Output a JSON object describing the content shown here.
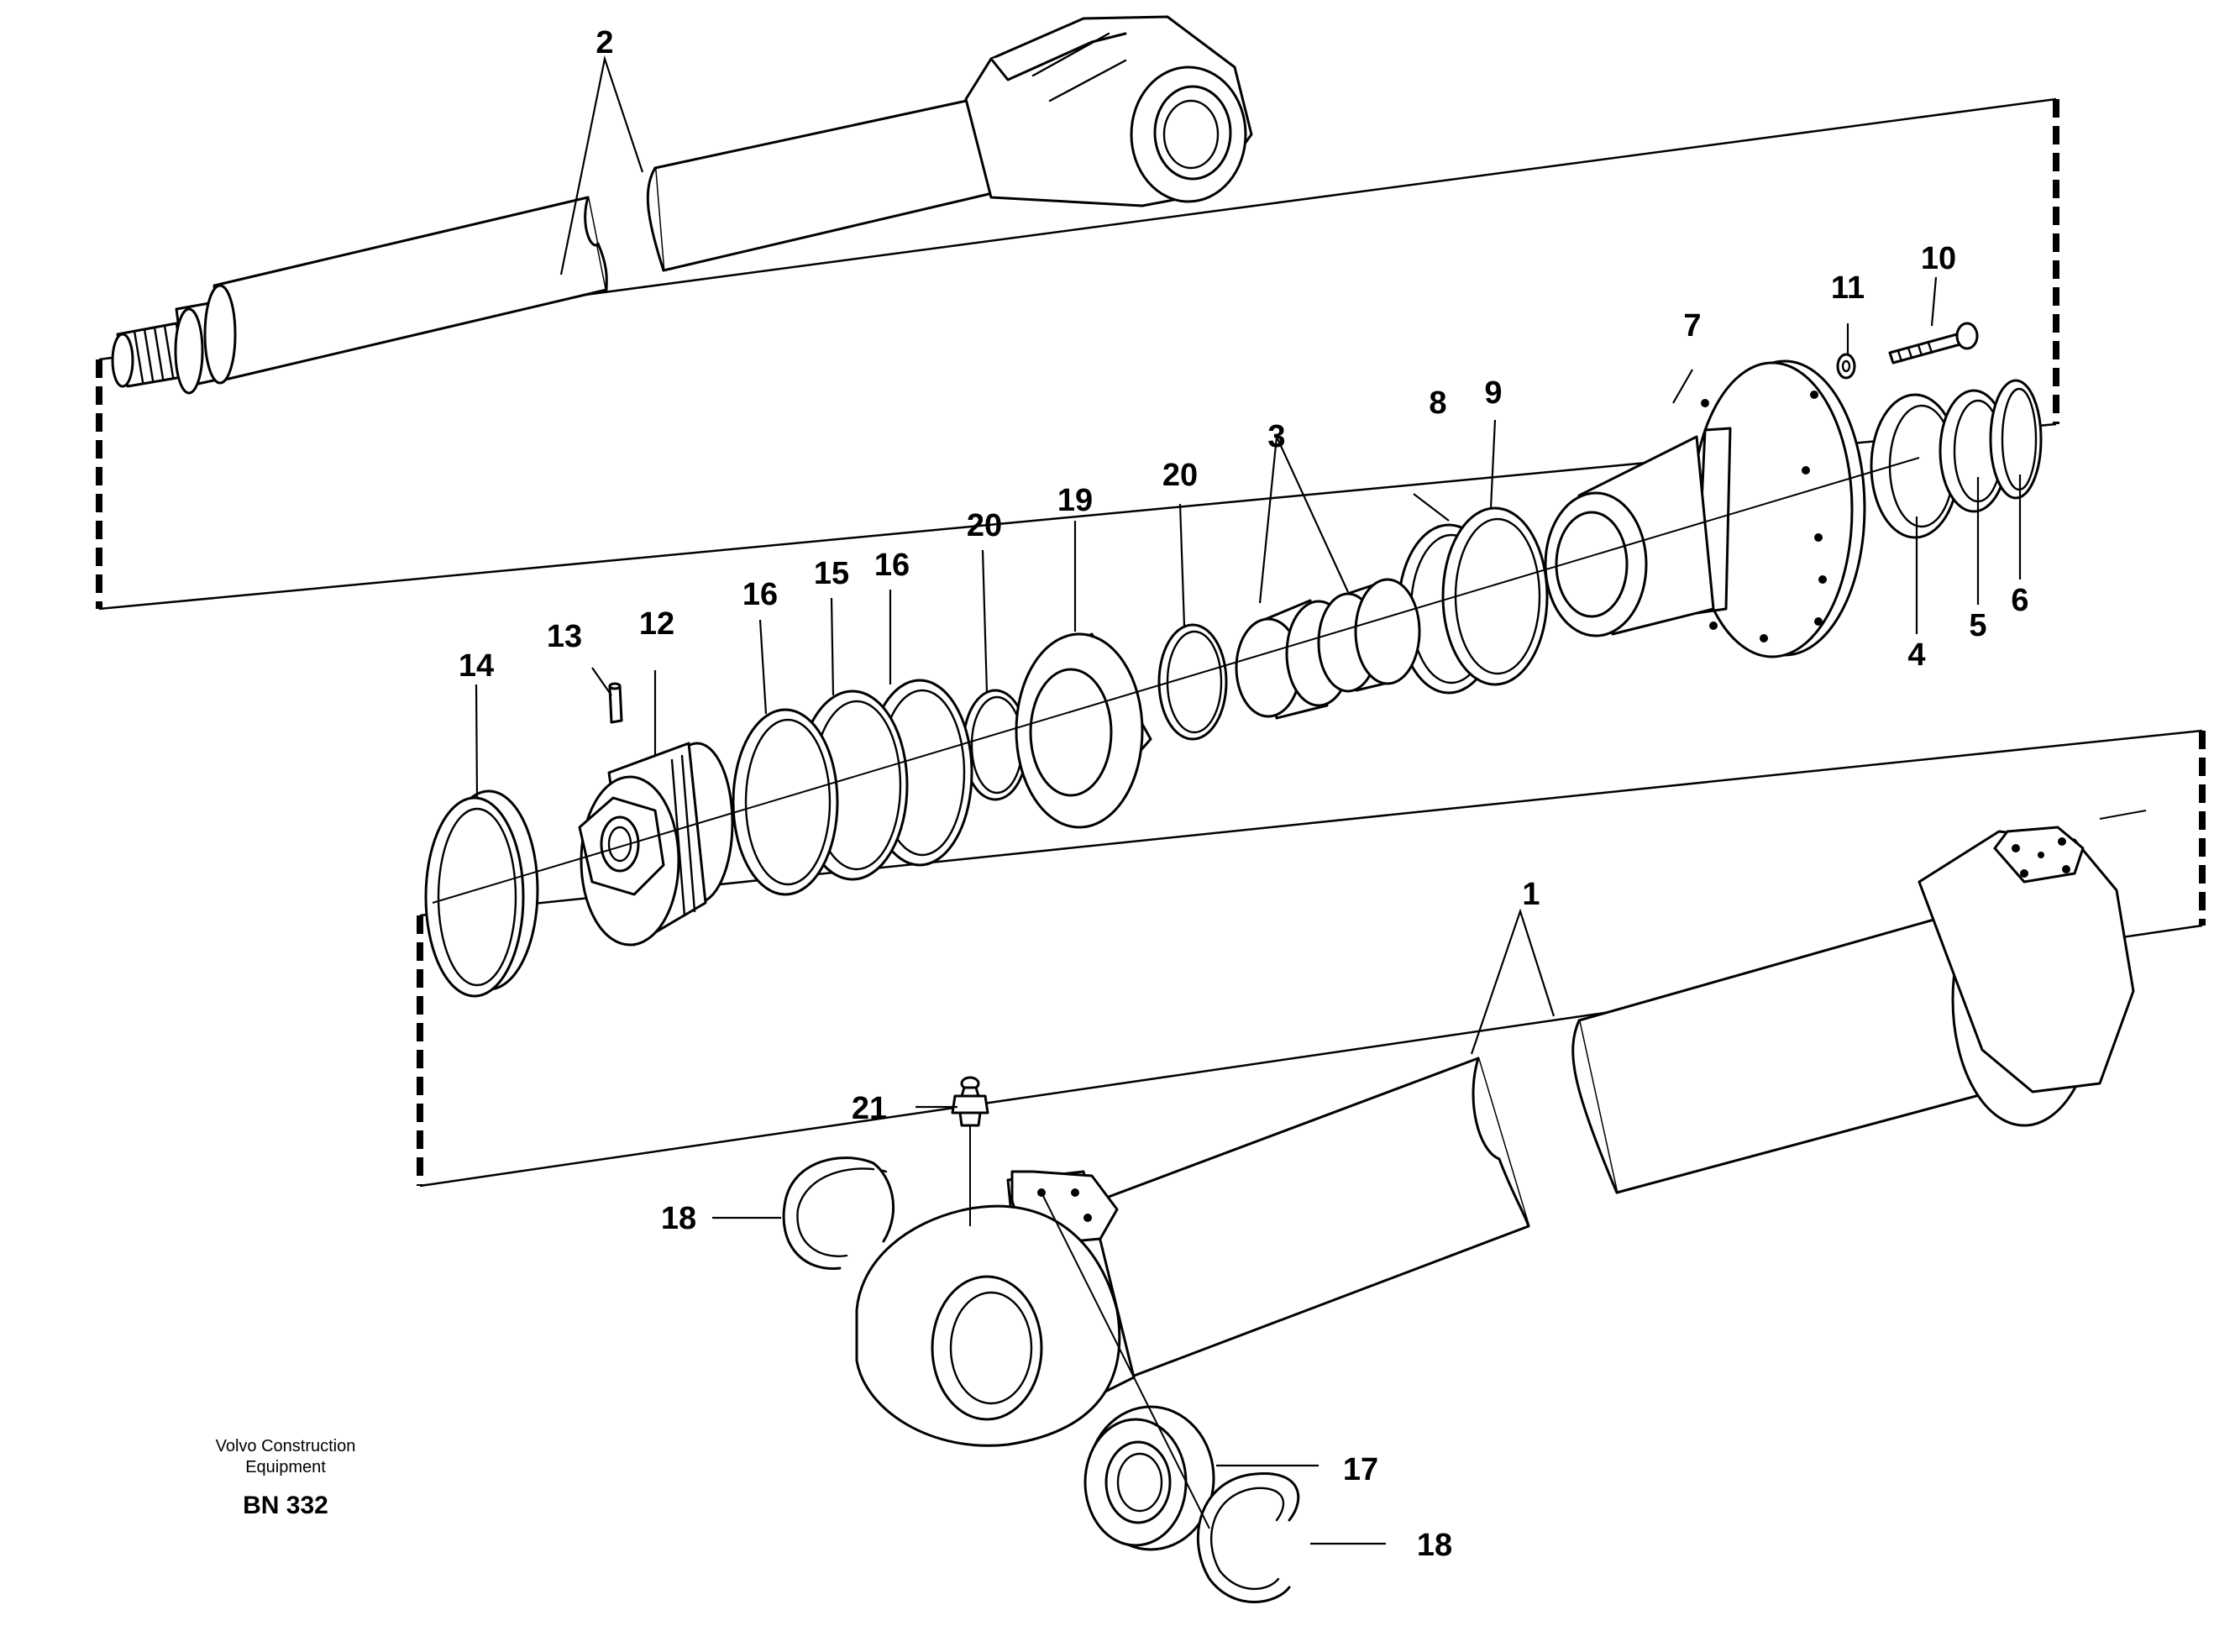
{
  "caption": {
    "manufacturer_line1": "Volvo Construction",
    "manufacturer_line2": "Equipment",
    "code": "BN 332"
  },
  "callouts": {
    "c1": "1",
    "c2": "2",
    "c3": "3",
    "c4": "4",
    "c5": "5",
    "c6": "6",
    "c7": "7",
    "c8": "8",
    "c9": "9",
    "c10": "10",
    "c11": "11",
    "c12": "12",
    "c13": "13",
    "c14": "14",
    "c15": "15",
    "c16a": "16",
    "c16b": "16",
    "c17": "17",
    "c18a": "18",
    "c18b": "18",
    "c19": "19",
    "c20a": "20",
    "c20b": "20",
    "c21": "21"
  }
}
